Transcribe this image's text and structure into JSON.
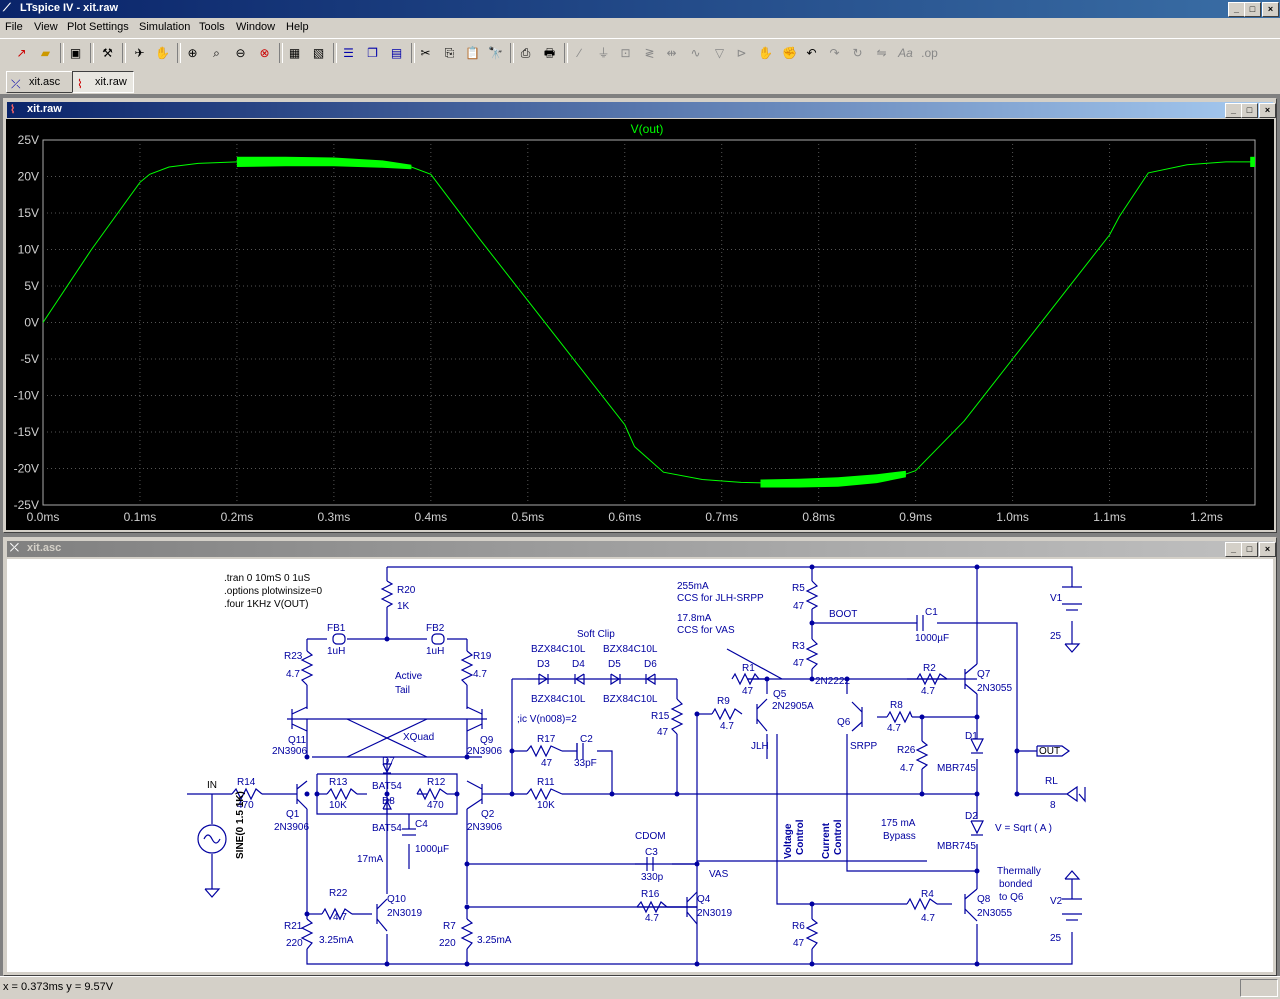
{
  "app": {
    "title": "LTspice IV - xit.raw"
  },
  "menu": [
    "File",
    "View",
    "Plot Settings",
    "Simulation",
    "Tools",
    "Window",
    "Help"
  ],
  "toolbar_icons": [
    "new-schematic-icon",
    "open-icon",
    "save-icon",
    "control-panel-icon",
    "run-icon",
    "halt-icon",
    "zoom-in-icon",
    "zoom-box-icon",
    "zoom-out-icon",
    "zoom-cancel-icon",
    "autorange-icon",
    "zoom-full-icon",
    "tile-horizontal-icon",
    "cascade-icon",
    "tile-vertical-icon",
    "cut-icon",
    "copy-icon",
    "paste-icon",
    "find-icon",
    "print-setup-icon",
    "print-icon",
    "wire-icon",
    "ground-icon",
    "label-icon",
    "resistor-icon",
    "capacitor-icon",
    "inductor-icon",
    "diode-icon",
    "component-icon",
    "move-icon",
    "drag-icon",
    "undo-icon",
    "redo-icon",
    "rotate-icon",
    "mirror-icon",
    "text-icon",
    "spice-directive-icon"
  ],
  "tabs": [
    {
      "label": "xit.asc",
      "icon": "schematic-icon"
    },
    {
      "label": "xit.raw",
      "icon": "waveform-icon"
    }
  ],
  "plot_window": {
    "title": "xit.raw",
    "trace_label": "V(out)"
  },
  "schematic_window": {
    "title": "xit.asc"
  },
  "chart_data": {
    "type": "line",
    "title": "V(out)",
    "xlabel": "",
    "ylabel": "",
    "xlim": [
      0,
      1.25
    ],
    "ylim": [
      -25,
      25
    ],
    "x_ticks": [
      "0.0ms",
      "0.1ms",
      "0.2ms",
      "0.3ms",
      "0.4ms",
      "0.5ms",
      "0.6ms",
      "0.7ms",
      "0.8ms",
      "0.9ms",
      "1.0ms",
      "1.1ms",
      "1.2ms"
    ],
    "y_ticks": [
      "25V",
      "20V",
      "15V",
      "10V",
      "5V",
      "0V",
      "-5V",
      "-10V",
      "-15V",
      "-20V",
      "-25V"
    ],
    "grid": true,
    "series": [
      {
        "name": "V(out)",
        "color": "#00ff00",
        "x": [
          0,
          0.05,
          0.1,
          0.11,
          0.13,
          0.16,
          0.2,
          0.25,
          0.3,
          0.35,
          0.38,
          0.4,
          0.45,
          0.5,
          0.55,
          0.6,
          0.61,
          0.64,
          0.68,
          0.72,
          0.75,
          0.8,
          0.85,
          0.88,
          0.9,
          0.95,
          1.0,
          1.05,
          1.1,
          1.11,
          1.14,
          1.18,
          1.22,
          1.25
        ],
        "y": [
          0,
          10,
          19.2,
          20.3,
          21.3,
          21.8,
          22.0,
          22.1,
          22.0,
          21.7,
          21.3,
          20.3,
          11.5,
          3.0,
          -5.5,
          -14.0,
          -17.0,
          -20.5,
          -21.5,
          -21.9,
          -22.0,
          -22.0,
          -21.6,
          -21.2,
          -20.3,
          -13.5,
          -5.0,
          3.5,
          12.0,
          14.5,
          20.5,
          21.6,
          22.0,
          22.0
        ]
      },
      {
        "name": "",
        "color": "#00ff00",
        "x": [
          0.2,
          0.25,
          0.3,
          0.35,
          0.38
        ],
        "y_upper": [
          22.7,
          22.7,
          22.6,
          22.2,
          21.6
        ],
        "y_lower": [
          21.3,
          21.4,
          21.4,
          21.2,
          21.0
        ]
      },
      {
        "name": "",
        "color": "#00ff00",
        "x": [
          0.74,
          0.78,
          0.82,
          0.86,
          0.89
        ],
        "y_upper": [
          -21.5,
          -21.4,
          -21.2,
          -20.8,
          -20.3
        ],
        "y_lower": [
          -22.6,
          -22.6,
          -22.5,
          -22.0,
          -21.2
        ]
      },
      {
        "name": "",
        "color": "#00ff00",
        "x": [
          1.245,
          1.25
        ],
        "y_upper": [
          22.7,
          22.7
        ],
        "y_lower": [
          21.3,
          21.3
        ]
      }
    ]
  },
  "schematic": {
    "directives": [
      ".tran 0 10mS 0 1uS",
      ".options plotwinsize=0",
      ".four 1KHz V(OUT)"
    ],
    "texts": [
      {
        "id": "R20",
        "text": "R20"
      },
      {
        "id": "R20v",
        "text": "1K"
      },
      {
        "id": "FB1",
        "text": "FB1"
      },
      {
        "id": "FB1v",
        "text": "1uH"
      },
      {
        "id": "FB2",
        "text": "FB2"
      },
      {
        "id": "FB2v",
        "text": "1uH"
      },
      {
        "id": "R23",
        "text": "R23"
      },
      {
        "id": "R23v",
        "text": "4.7"
      },
      {
        "id": "R19",
        "text": "R19"
      },
      {
        "id": "R19v",
        "text": "4.7"
      },
      {
        "id": "active1",
        "text": "Active"
      },
      {
        "id": "active2",
        "text": "Tail"
      },
      {
        "id": "Q11",
        "text": "Q11"
      },
      {
        "id": "Q11v",
        "text": "2N3906"
      },
      {
        "id": "Q9",
        "text": "Q9"
      },
      {
        "id": "Q9v",
        "text": "2N3906"
      },
      {
        "id": "xquad",
        "text": "XQuad"
      },
      {
        "id": "D7",
        "text": "D7"
      },
      {
        "id": "D7v",
        "text": "BAT54"
      },
      {
        "id": "D8",
        "text": "D8"
      },
      {
        "id": "D8v",
        "text": "BAT54"
      },
      {
        "id": "R13",
        "text": "R13"
      },
      {
        "id": "R13v",
        "text": "10K"
      },
      {
        "id": "R12",
        "text": "R12"
      },
      {
        "id": "R12v",
        "text": "470"
      },
      {
        "id": "IN",
        "text": "IN"
      },
      {
        "id": "R14",
        "text": "R14"
      },
      {
        "id": "R14v",
        "text": "470"
      },
      {
        "id": "Q1",
        "text": "Q1"
      },
      {
        "id": "Q1v",
        "text": "2N3906"
      },
      {
        "id": "Q2",
        "text": "Q2"
      },
      {
        "id": "Q2v",
        "text": "2N3906"
      },
      {
        "id": "C4",
        "text": "C4"
      },
      {
        "id": "C4v",
        "text": "1000µF"
      },
      {
        "id": "sine",
        "text": "SINE(0 1.5 1K)"
      },
      {
        "id": "i17",
        "text": "17mA"
      },
      {
        "id": "R22",
        "text": "R22"
      },
      {
        "id": "R22v",
        "text": "4.7"
      },
      {
        "id": "Q10",
        "text": "Q10"
      },
      {
        "id": "Q10v",
        "text": "2N3019"
      },
      {
        "id": "R21",
        "text": "R21"
      },
      {
        "id": "R21v",
        "text": "220"
      },
      {
        "id": "i325a",
        "text": "3.25mA"
      },
      {
        "id": "R7",
        "text": "R7"
      },
      {
        "id": "R7v",
        "text": "220"
      },
      {
        "id": "i325b",
        "text": "3.25mA"
      },
      {
        "id": "softclip",
        "text": "Soft Clip"
      },
      {
        "id": "bzxA",
        "text": "BZX84C10L"
      },
      {
        "id": "bzxB",
        "text": "BZX84C10L"
      },
      {
        "id": "D3",
        "text": "D3"
      },
      {
        "id": "D4",
        "text": "D4"
      },
      {
        "id": "D5",
        "text": "D5"
      },
      {
        "id": "D6",
        "text": "D6"
      },
      {
        "id": "bzxC",
        "text": "BZX84C10L"
      },
      {
        "id": "bzxD",
        "text": "BZX84C10L"
      },
      {
        "id": "ic",
        "text": ";ic V(n008)=2"
      },
      {
        "id": "R17",
        "text": "R17"
      },
      {
        "id": "R17v",
        "text": "47"
      },
      {
        "id": "C2",
        "text": "C2"
      },
      {
        "id": "C2v",
        "text": "33pF"
      },
      {
        "id": "R15",
        "text": "R15"
      },
      {
        "id": "R15v",
        "text": "47"
      },
      {
        "id": "R11",
        "text": "R11"
      },
      {
        "id": "R11v",
        "text": "10K"
      },
      {
        "id": "cdom",
        "text": "CDOM"
      },
      {
        "id": "C3",
        "text": "C3"
      },
      {
        "id": "C3v",
        "text": "330p"
      },
      {
        "id": "R16",
        "text": "R16"
      },
      {
        "id": "R16v",
        "text": "4.7"
      },
      {
        "id": "Q4",
        "text": "Q4"
      },
      {
        "id": "Q4v",
        "text": "2N3019"
      },
      {
        "id": "vas",
        "text": "VAS"
      },
      {
        "id": "ccs1",
        "text": "255mA"
      },
      {
        "id": "ccs2",
        "text": "CCS for JLH-SRPP"
      },
      {
        "id": "ccs3",
        "text": "17.8mA"
      },
      {
        "id": "ccs4",
        "text": "CCS for VAS"
      },
      {
        "id": "R5",
        "text": "R5"
      },
      {
        "id": "R5v",
        "text": "47"
      },
      {
        "id": "boot",
        "text": "BOOT"
      },
      {
        "id": "R3",
        "text": "R3"
      },
      {
        "id": "R3v",
        "text": "47"
      },
      {
        "id": "C1",
        "text": "C1"
      },
      {
        "id": "C1v",
        "text": "1000µF"
      },
      {
        "id": "R1",
        "text": "R1"
      },
      {
        "id": "R1v",
        "text": "47"
      },
      {
        "id": "R9",
        "text": "R9"
      },
      {
        "id": "R9v",
        "text": "4.7"
      },
      {
        "id": "Q5",
        "text": "Q5"
      },
      {
        "id": "Q5v",
        "text": "2N2905A"
      },
      {
        "id": "jlh",
        "text": "JLH"
      },
      {
        "id": "q6v",
        "text": "2N2222"
      },
      {
        "id": "Q6",
        "text": "Q6"
      },
      {
        "id": "srpp",
        "text": "SRPP"
      },
      {
        "id": "R8",
        "text": "R8"
      },
      {
        "id": "R8v",
        "text": "4.7"
      },
      {
        "id": "R2",
        "text": "R2"
      },
      {
        "id": "R2v",
        "text": "4.7"
      },
      {
        "id": "Q7",
        "text": "Q7"
      },
      {
        "id": "Q7v",
        "text": "2N3055"
      },
      {
        "id": "R26",
        "text": "R26"
      },
      {
        "id": "R26v",
        "text": "4.7"
      },
      {
        "id": "D1",
        "text": "D1"
      },
      {
        "id": "D1v",
        "text": "MBR745"
      },
      {
        "id": "OUT",
        "text": "OUT"
      },
      {
        "id": "RL",
        "text": "RL"
      },
      {
        "id": "RLv",
        "text": "8"
      },
      {
        "id": "vc1",
        "text": "Voltage"
      },
      {
        "id": "vc2",
        "text": "Control"
      },
      {
        "id": "cc1",
        "text": "Current"
      },
      {
        "id": "cc2",
        "text": "Control"
      },
      {
        "id": "byp1",
        "text": "175 mA"
      },
      {
        "id": "byp2",
        "text": "Bypass"
      },
      {
        "id": "D2",
        "text": "D2"
      },
      {
        "id": "D2v",
        "text": "MBR745"
      },
      {
        "id": "vsqrt",
        "text": "V = Sqrt ( A )"
      },
      {
        "id": "th1",
        "text": "Thermally"
      },
      {
        "id": "th2",
        "text": "bonded"
      },
      {
        "id": "th3",
        "text": "to Q6"
      },
      {
        "id": "V1",
        "text": "V1"
      },
      {
        "id": "V1v",
        "text": "25"
      },
      {
        "id": "V2",
        "text": "V2"
      },
      {
        "id": "V2v",
        "text": "25"
      },
      {
        "id": "R4",
        "text": "R4"
      },
      {
        "id": "R4v",
        "text": "4.7"
      },
      {
        "id": "Q8",
        "text": "Q8"
      },
      {
        "id": "Q8v",
        "text": "2N3055"
      },
      {
        "id": "R6",
        "text": "R6"
      },
      {
        "id": "R6v",
        "text": "47"
      }
    ]
  },
  "status": {
    "text": "x = 0.373ms    y = 9.57V"
  }
}
